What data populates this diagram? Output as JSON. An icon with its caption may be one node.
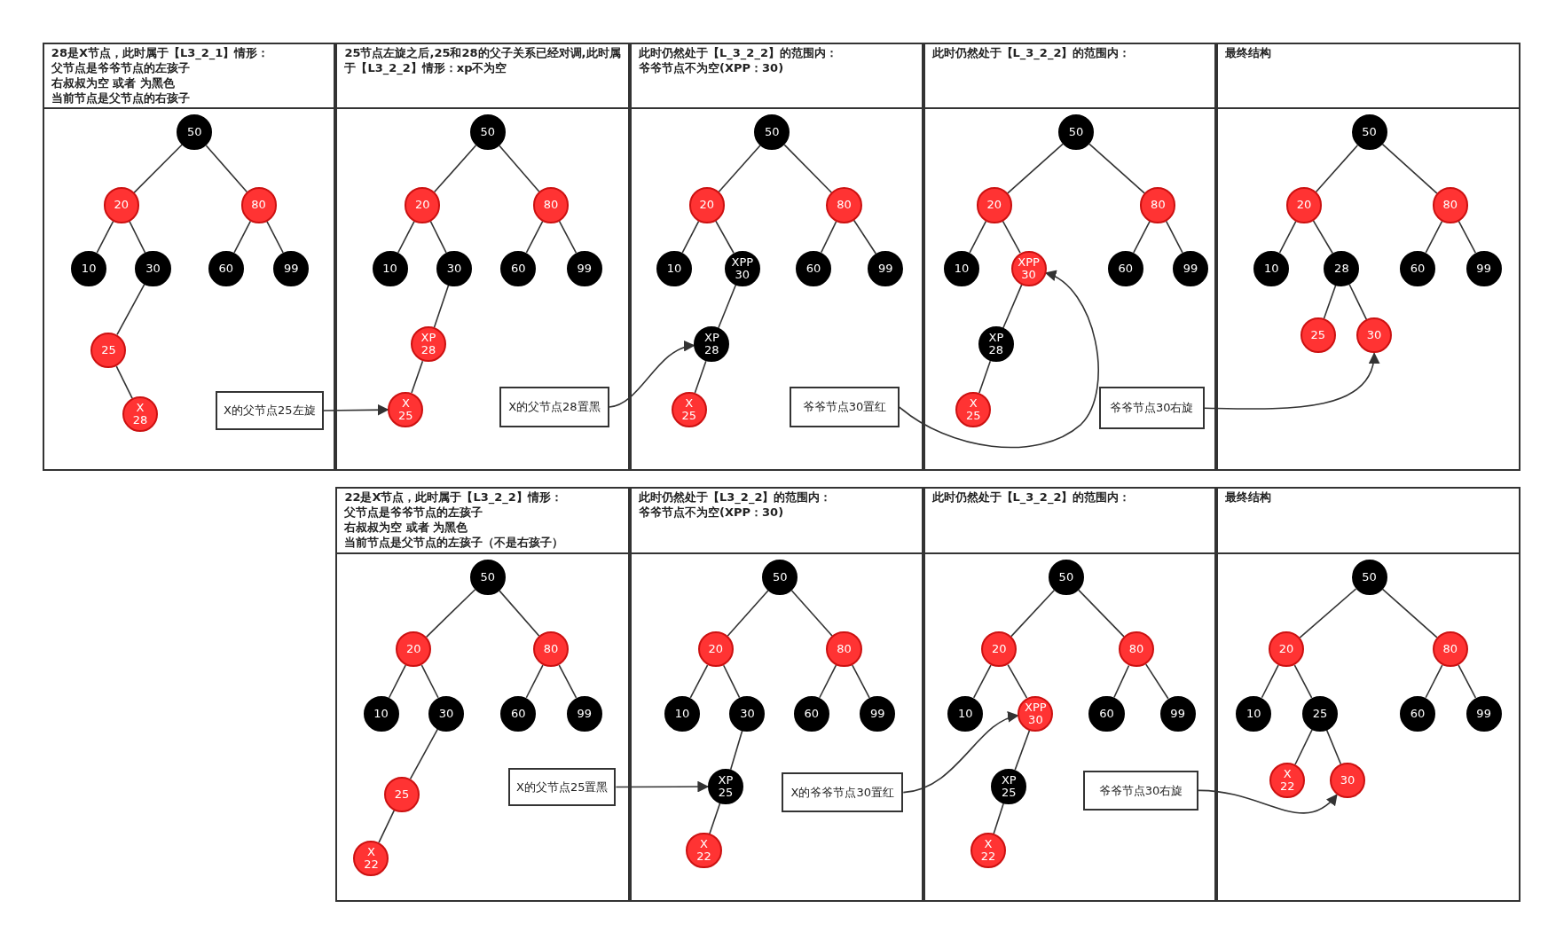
{
  "diagram": {
    "nodes": [
      {
        "text": [
          "28是X节点，此时属于【L3_2_1】情形：",
          "父节点是爷爷节点的左孩子",
          "右叔叔为空 或者 为黑色",
          "当前节点是父节点的右孩子"
        ]
      },
      {
        "text": [
          "50"
        ],
        "in": 0
      },
      {
        "text": [
          "20"
        ],
        "in": 0
      },
      {
        "text": [
          "80"
        ],
        "in": 0
      },
      {
        "text": [
          "10"
        ],
        "in": 0
      },
      {
        "text": [
          "30"
        ],
        "in": 0
      },
      {
        "text": [
          "60"
        ],
        "in": 0
      },
      {
        "text": [
          "99"
        ],
        "in": 0
      },
      {
        "text": [
          "25"
        ],
        "in": 0
      },
      {
        "text": [
          "X 28"
        ],
        "in": 0
      },
      {
        "text": [
          "X的父节点25左旋"
        ],
        "in": 0
      },
      {
        "text": [
          "25节点左旋之后,25和28的父子关系已经对调,此时属于【L3_2_2】情形：xp不为空"
        ]
      },
      {
        "text": [
          "50"
        ],
        "in": 11
      },
      {
        "text": [
          "20"
        ],
        "in": 11
      },
      {
        "text": [
          "80"
        ],
        "in": 11
      },
      {
        "text": [
          "10"
        ],
        "in": 11
      },
      {
        "text": [
          "30"
        ],
        "in": 11
      },
      {
        "text": [
          "60"
        ],
        "in": 11
      },
      {
        "text": [
          "99"
        ],
        "in": 11
      },
      {
        "text": [
          "XP 28"
        ],
        "in": 11
      },
      {
        "text": [
          "X 25"
        ],
        "in": 11
      },
      {
        "text": [
          "X的父节点28置黑"
        ],
        "in": 11
      },
      {
        "text": [
          "此时仍然处于【L_3_2_2】的范围内：",
          "爷爷节点不为空(XPP：30)"
        ]
      },
      {
        "text": [
          "50"
        ],
        "in": 22
      },
      {
        "text": [
          "20"
        ],
        "in": 22
      },
      {
        "text": [
          "80"
        ],
        "in": 22
      },
      {
        "text": [
          "10"
        ],
        "in": 22
      },
      {
        "text": [
          "XPP 30"
        ],
        "in": 22
      },
      {
        "text": [
          "60"
        ],
        "in": 22
      },
      {
        "text": [
          "99"
        ],
        "in": 22
      },
      {
        "text": [
          "XP 28"
        ],
        "in": 22
      },
      {
        "text": [
          "X 25"
        ],
        "in": 22
      },
      {
        "text": [
          "爷爷节点30置红"
        ],
        "in": 22
      },
      {
        "text": [
          "此时仍然处于【L_3_2_2】的范围内："
        ]
      },
      {
        "text": [
          "50"
        ],
        "in": 33
      },
      {
        "text": [
          "20"
        ],
        "in": 33
      },
      {
        "text": [
          "80"
        ],
        "in": 33
      },
      {
        "text": [
          "10"
        ],
        "in": 33
      },
      {
        "text": [
          "XPP 30"
        ],
        "in": 33
      },
      {
        "text": [
          "60"
        ],
        "in": 33
      },
      {
        "text": [
          "99"
        ],
        "in": 33
      },
      {
        "text": [
          "XP 28"
        ],
        "in": 33
      },
      {
        "text": [
          "X 25"
        ],
        "in": 33
      },
      {
        "text": [
          "爷爷节点30右旋"
        ],
        "in": 33
      },
      {
        "text": [
          "最终结构"
        ]
      },
      {
        "text": [
          "50"
        ],
        "in": 44
      },
      {
        "text": [
          "20"
        ],
        "in": 44
      },
      {
        "text": [
          "80"
        ],
        "in": 44
      },
      {
        "text": [
          "10"
        ],
        "in": 44
      },
      {
        "text": [
          "28"
        ],
        "in": 44
      },
      {
        "text": [
          "60"
        ],
        "in": 44
      },
      {
        "text": [
          "99"
        ],
        "in": 44
      },
      {
        "text": [
          "25"
        ],
        "in": 44
      },
      {
        "text": [
          "30"
        ],
        "in": 44
      },
      {
        "text": [
          "22是X节点，此时属于【L3_2_2】情形：",
          "父节点是爷爷节点的左孩子",
          "右叔叔为空 或者 为黑色",
          "当前节点是父节点的左孩子（不是右孩子）"
        ]
      },
      {
        "text": [
          "50"
        ],
        "in": 54
      },
      {
        "text": [
          "20"
        ],
        "in": 54
      },
      {
        "text": [
          "80"
        ],
        "in": 54
      },
      {
        "text": [
          "10"
        ],
        "in": 54
      },
      {
        "text": [
          "30"
        ],
        "in": 54
      },
      {
        "text": [
          "60"
        ],
        "in": 54
      },
      {
        "text": [
          "99"
        ],
        "in": 54
      },
      {
        "text": [
          "25"
        ],
        "in": 54
      },
      {
        "text": [
          "X 22"
        ],
        "in": 54
      },
      {
        "text": [
          "X的父节点25置黑"
        ],
        "in": 54
      },
      {
        "text": [
          "此时仍然处于【L3_2_2】的范围内：",
          "爷爷节点不为空(XPP：30)"
        ]
      },
      {
        "text": [
          "50"
        ],
        "in": 65
      },
      {
        "text": [
          "20"
        ],
        "in": 65
      },
      {
        "text": [
          "80"
        ],
        "in": 65
      },
      {
        "text": [
          "10"
        ],
        "in": 65
      },
      {
        "text": [
          "30"
        ],
        "in": 65
      },
      {
        "text": [
          "60"
        ],
        "in": 65
      },
      {
        "text": [
          "99"
        ],
        "in": 65
      },
      {
        "text": [
          "XP 25"
        ],
        "in": 65
      },
      {
        "text": [
          "X 22"
        ],
        "in": 65
      },
      {
        "text": [
          "X的爷爷节点30置红"
        ],
        "in": 65
      },
      {
        "text": [
          "此时仍然处于【L_3_2_2】的范围内："
        ]
      },
      {
        "text": [
          "50"
        ],
        "in": 76
      },
      {
        "text": [
          "20"
        ],
        "in": 76
      },
      {
        "text": [
          "80"
        ],
        "in": 76
      },
      {
        "text": [
          "10"
        ],
        "in": 76
      },
      {
        "text": [
          "XPP 30"
        ],
        "in": 76
      },
      {
        "text": [
          "60"
        ],
        "in": 76
      },
      {
        "text": [
          "99"
        ],
        "in": 76
      },
      {
        "text": [
          "XP 25"
        ],
        "in": 76
      },
      {
        "text": [
          "X 22"
        ],
        "in": 76
      },
      {
        "text": [
          "爷爷节点30右旋"
        ],
        "in": 76
      },
      {
        "text": [
          "最终结构"
        ]
      },
      {
        "text": [
          "50"
        ],
        "in": 87
      },
      {
        "text": [
          "20"
        ],
        "in": 87
      },
      {
        "text": [
          "80"
        ],
        "in": 87
      },
      {
        "text": [
          "10"
        ],
        "in": 87
      },
      {
        "text": [
          "25"
        ],
        "in": 87
      },
      {
        "text": [
          "60"
        ],
        "in": 87
      },
      {
        "text": [
          "99"
        ],
        "in": 87
      },
      {
        "text": [
          "X 22"
        ],
        "in": 87
      },
      {
        "text": [
          "30"
        ],
        "in": 87
      }
    ],
    "edges": [
      {
        "from": 1,
        "to": 2,
        "arrow": "none"
      },
      {
        "from": 1,
        "to": 3,
        "arrow": "none"
      },
      {
        "from": 2,
        "to": 4,
        "arrow": "none"
      },
      {
        "from": 2,
        "to": 5,
        "arrow": "none"
      },
      {
        "from": 3,
        "to": 6,
        "arrow": "none"
      },
      {
        "from": 3,
        "to": 7,
        "arrow": "none"
      },
      {
        "from": 5,
        "to": 8,
        "arrow": "none"
      },
      {
        "from": 8,
        "to": 9,
        "arrow": "none"
      },
      {
        "from": 12,
        "to": 13,
        "arrow": "none"
      },
      {
        "from": 12,
        "to": 14,
        "arrow": "none"
      },
      {
        "from": 13,
        "to": 15,
        "arrow": "none"
      },
      {
        "from": 13,
        "to": 16,
        "arrow": "none"
      },
      {
        "from": 14,
        "to": 17,
        "arrow": "none"
      },
      {
        "from": 14,
        "to": 18,
        "arrow": "none"
      },
      {
        "from": 16,
        "to": 19,
        "arrow": "none"
      },
      {
        "from": 19,
        "to": 20,
        "arrow": "none"
      },
      {
        "from": 23,
        "to": 24,
        "arrow": "none"
      },
      {
        "from": 23,
        "to": 25,
        "arrow": "none"
      },
      {
        "from": 24,
        "to": 26,
        "arrow": "none"
      },
      {
        "from": 24,
        "to": 27,
        "arrow": "none"
      },
      {
        "from": 25,
        "to": 28,
        "arrow": "none"
      },
      {
        "from": 25,
        "to": 29,
        "arrow": "none"
      },
      {
        "from": 27,
        "to": 30,
        "arrow": "none"
      },
      {
        "from": 30,
        "to": 31,
        "arrow": "none"
      },
      {
        "from": 34,
        "to": 35,
        "arrow": "none"
      },
      {
        "from": 34,
        "to": 36,
        "arrow": "none"
      },
      {
        "from": 35,
        "to": 37,
        "arrow": "none"
      },
      {
        "from": 35,
        "to": 38,
        "arrow": "none"
      },
      {
        "from": 36,
        "to": 39,
        "arrow": "none"
      },
      {
        "from": 36,
        "to": 40,
        "arrow": "none"
      },
      {
        "from": 38,
        "to": 41,
        "arrow": "none"
      },
      {
        "from": 41,
        "to": 42,
        "arrow": "none"
      },
      {
        "from": 45,
        "to": 46,
        "arrow": "none"
      },
      {
        "from": 45,
        "to": 47,
        "arrow": "none"
      },
      {
        "from": 46,
        "to": 48,
        "arrow": "none"
      },
      {
        "from": 46,
        "to": 49,
        "arrow": "none"
      },
      {
        "from": 47,
        "to": 50,
        "arrow": "none"
      },
      {
        "from": 47,
        "to": 51,
        "arrow": "none"
      },
      {
        "from": 49,
        "to": 52,
        "arrow": "none"
      },
      {
        "from": 49,
        "to": 53,
        "arrow": "none"
      },
      {
        "from": 55,
        "to": 56,
        "arrow": "none"
      },
      {
        "from": 55,
        "to": 57,
        "arrow": "none"
      },
      {
        "from": 56,
        "to": 58,
        "arrow": "none"
      },
      {
        "from": 56,
        "to": 59,
        "arrow": "none"
      },
      {
        "from": 57,
        "to": 60,
        "arrow": "none"
      },
      {
        "from": 57,
        "to": 61,
        "arrow": "none"
      },
      {
        "from": 59,
        "to": 62,
        "arrow": "none"
      },
      {
        "from": 62,
        "to": 63,
        "arrow": "none"
      },
      {
        "from": 66,
        "to": 67,
        "arrow": "none"
      },
      {
        "from": 66,
        "to": 68,
        "arrow": "none"
      },
      {
        "from": 67,
        "to": 69,
        "arrow": "none"
      },
      {
        "from": 67,
        "to": 70,
        "arrow": "none"
      },
      {
        "from": 68,
        "to": 71,
        "arrow": "none"
      },
      {
        "from": 68,
        "to": 72,
        "arrow": "none"
      },
      {
        "from": 70,
        "to": 73,
        "arrow": "none"
      },
      {
        "from": 73,
        "to": 74,
        "arrow": "none"
      },
      {
        "from": 77,
        "to": 78,
        "arrow": "none"
      },
      {
        "from": 77,
        "to": 79,
        "arrow": "none"
      },
      {
        "from": 78,
        "to": 80,
        "arrow": "none"
      },
      {
        "from": 78,
        "to": 81,
        "arrow": "none"
      },
      {
        "from": 79,
        "to": 82,
        "arrow": "none"
      },
      {
        "from": 79,
        "to": 83,
        "arrow": "none"
      },
      {
        "from": 81,
        "to": 84,
        "arrow": "none"
      },
      {
        "from": 84,
        "to": 85,
        "arrow": "none"
      },
      {
        "from": 88,
        "to": 89,
        "arrow": "none"
      },
      {
        "from": 88,
        "to": 90,
        "arrow": "none"
      },
      {
        "from": 89,
        "to": 91,
        "arrow": "none"
      },
      {
        "from": 89,
        "to": 92,
        "arrow": "none"
      },
      {
        "from": 90,
        "to": 93,
        "arrow": "none"
      },
      {
        "from": 90,
        "to": 94,
        "arrow": "none"
      },
      {
        "from": 92,
        "to": 95,
        "arrow": "none"
      },
      {
        "from": 92,
        "to": 96,
        "arrow": "none"
      },
      {
        "from": 10,
        "to": 20,
        "arrow": "to"
      },
      {
        "from": 21,
        "to": 30,
        "arrow": "to"
      },
      {
        "from": 32,
        "to": 38,
        "arrow": "to"
      },
      {
        "from": 43,
        "to": 53,
        "arrow": "to"
      },
      {
        "from": 64,
        "to": 73,
        "arrow": "to"
      },
      {
        "from": 75,
        "to": 81,
        "arrow": "to"
      },
      {
        "from": 86,
        "to": 96,
        "arrow": "to"
      }
    ]
  }
}
